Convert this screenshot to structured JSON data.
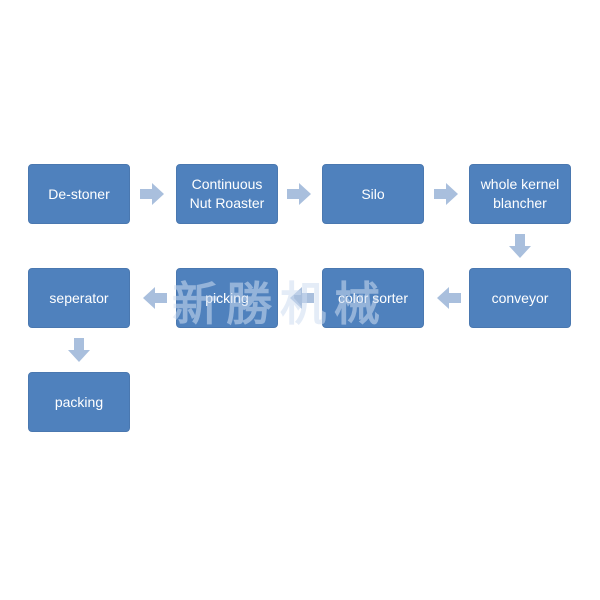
{
  "diagram": {
    "steps": {
      "destoner": "De-stoner",
      "roaster": "Continuous\nNut Roaster",
      "silo": "Silo",
      "blancher": "whole kernel\nblancher",
      "conveyor": "conveyor",
      "color_sorter": "color sorter",
      "picking": "picking",
      "seperator": "seperator",
      "packing": "packing"
    },
    "box_color": "#4f81bd",
    "arrow_color": "#a9bfdd"
  },
  "watermark": {
    "text": "新勝机械"
  }
}
